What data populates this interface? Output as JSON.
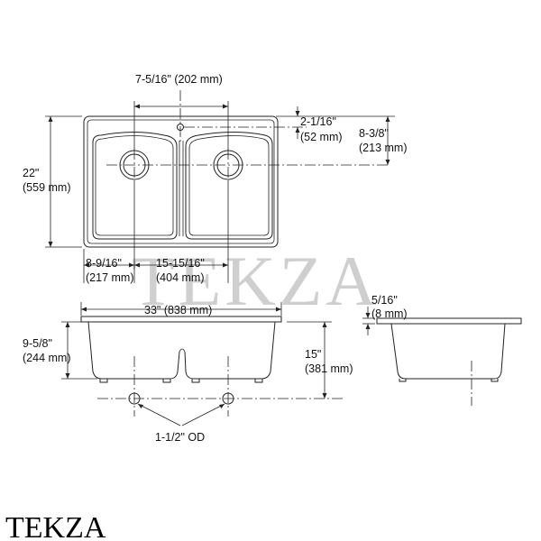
{
  "dimensions": {
    "top_width": "7-5/16\" (202 mm)",
    "faucet_offset_in": "2-1/16\"",
    "faucet_offset_mm": "(52 mm)",
    "drain_offset_in": "8-3/8\"",
    "drain_offset_mm": "(213 mm)",
    "depth_overall_in": "22\"",
    "depth_overall_mm": "(559 mm)",
    "left_bowl_in": "8-9/16\"",
    "left_bowl_mm": "(217 mm)",
    "center_in": "15-15/16\"",
    "center_mm": "(404 mm)",
    "overall_width": "33\" (838 mm)",
    "rim_thickness_in": "5/16\"",
    "rim_thickness_mm": "(8 mm)",
    "bowl_depth_in": "9-5/8\"",
    "bowl_depth_mm": "(244 mm)",
    "height_in": "15\"",
    "height_mm": "(381 mm)",
    "drain_od": "1-1/2\" OD"
  },
  "watermark": "TEKZA",
  "brand": "TEKZA"
}
